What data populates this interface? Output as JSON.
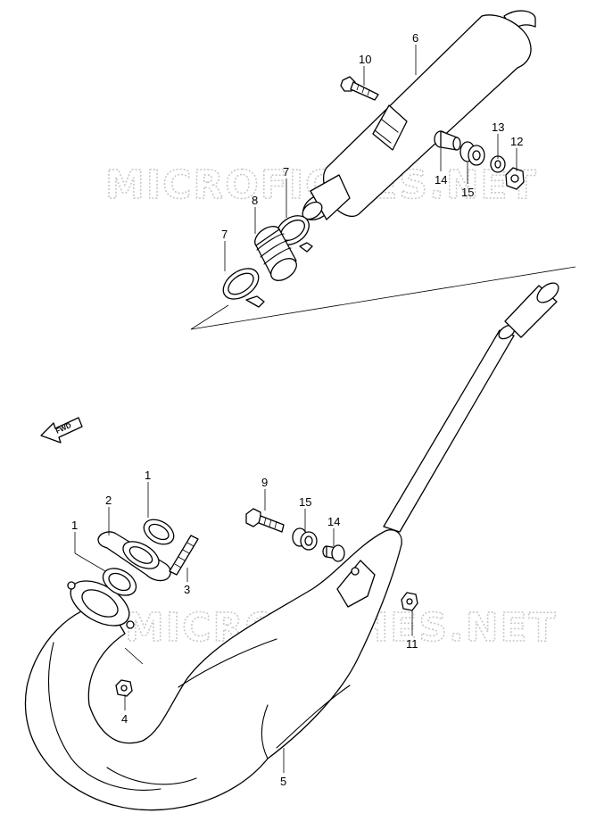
{
  "watermark": {
    "text": "MICROFICHES.NET"
  },
  "fwd_label": "FWD",
  "callouts": [
    {
      "id": "c10a",
      "label": "10"
    },
    {
      "id": "c6",
      "label": "6"
    },
    {
      "id": "c13",
      "label": "13"
    },
    {
      "id": "c12",
      "label": "12"
    },
    {
      "id": "c14a",
      "label": "14"
    },
    {
      "id": "c15a",
      "label": "15"
    },
    {
      "id": "c7a",
      "label": "7"
    },
    {
      "id": "c8",
      "label": "8"
    },
    {
      "id": "c7b",
      "label": "7"
    },
    {
      "id": "c1a",
      "label": "1"
    },
    {
      "id": "c2",
      "label": "2"
    },
    {
      "id": "c1b",
      "label": "1"
    },
    {
      "id": "c3",
      "label": "3"
    },
    {
      "id": "c9",
      "label": "9"
    },
    {
      "id": "c15b",
      "label": "15"
    },
    {
      "id": "c14b",
      "label": "14"
    },
    {
      "id": "c11",
      "label": "11"
    },
    {
      "id": "c4",
      "label": "4"
    },
    {
      "id": "c5",
      "label": "5"
    }
  ]
}
